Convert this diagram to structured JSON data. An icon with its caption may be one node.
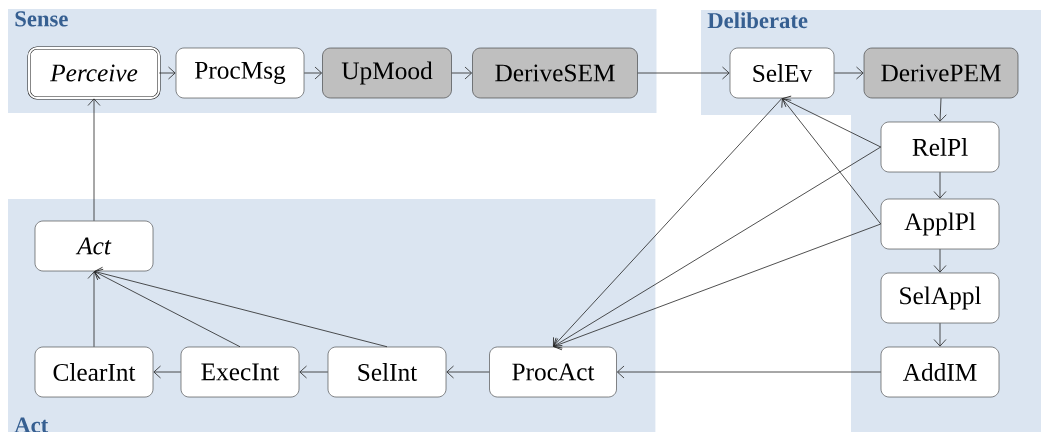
{
  "diagram": {
    "nodes": [
      {
        "text": [
          "Sense"
        ]
      },
      {
        "text": [
          "Perceive"
        ],
        "in": 0
      },
      {
        "text": [
          "ProcMsg"
        ],
        "in": 0
      },
      {
        "text": [
          "UpMood"
        ],
        "in": 0
      },
      {
        "text": [
          "DeriveSEM"
        ],
        "in": 0
      },
      {
        "text": [
          "Deliberate"
        ]
      },
      {
        "text": [
          "SelEv"
        ],
        "in": 5
      },
      {
        "text": [
          "DerivePEM"
        ],
        "in": 5
      },
      {
        "text": [
          "RelPl"
        ],
        "in": 5
      },
      {
        "text": [
          "ApplPl"
        ],
        "in": 5
      },
      {
        "text": [
          "SelAppl"
        ],
        "in": 5
      },
      {
        "text": [
          "AddIM"
        ],
        "in": 5
      },
      {
        "text": [
          "Act"
        ]
      },
      {
        "text": [
          "Act"
        ],
        "in": 12
      },
      {
        "text": [
          "ClearInt"
        ],
        "in": 12
      },
      {
        "text": [
          "ExecInt"
        ],
        "in": 12
      },
      {
        "text": [
          "SelInt"
        ],
        "in": 12
      },
      {
        "text": [
          "ProcAct"
        ],
        "in": 12
      }
    ],
    "edges": [
      {
        "from": 1,
        "to": 2,
        "arrow": "to"
      },
      {
        "from": 2,
        "to": 3,
        "arrow": "to"
      },
      {
        "from": 3,
        "to": 4,
        "arrow": "to"
      },
      {
        "from": 4,
        "to": 6,
        "arrow": "to"
      },
      {
        "from": 6,
        "to": 7,
        "arrow": "to"
      },
      {
        "from": 7,
        "to": 8,
        "arrow": "to"
      },
      {
        "from": 8,
        "to": 9,
        "arrow": "to"
      },
      {
        "from": 9,
        "to": 10,
        "arrow": "to"
      },
      {
        "from": 10,
        "to": 11,
        "arrow": "to"
      },
      {
        "from": 11,
        "to": 17,
        "arrow": "to"
      },
      {
        "from": 8,
        "to": 6,
        "arrow": "to"
      },
      {
        "from": 9,
        "to": 6,
        "arrow": "to"
      },
      {
        "from": 6,
        "to": 17,
        "arrow": "to"
      },
      {
        "from": 8,
        "to": 17,
        "arrow": "to"
      },
      {
        "from": 9,
        "to": 17,
        "arrow": "to"
      },
      {
        "from": 17,
        "to": 16,
        "arrow": "to"
      },
      {
        "from": 16,
        "to": 15,
        "arrow": "to"
      },
      {
        "from": 15,
        "to": 14,
        "arrow": "to"
      },
      {
        "from": 14,
        "to": 13,
        "arrow": "to"
      },
      {
        "from": 15,
        "to": 13,
        "arrow": "to"
      },
      {
        "from": 16,
        "to": 13,
        "arrow": "to"
      },
      {
        "from": 13,
        "to": 1,
        "arrow": "to"
      }
    ]
  }
}
